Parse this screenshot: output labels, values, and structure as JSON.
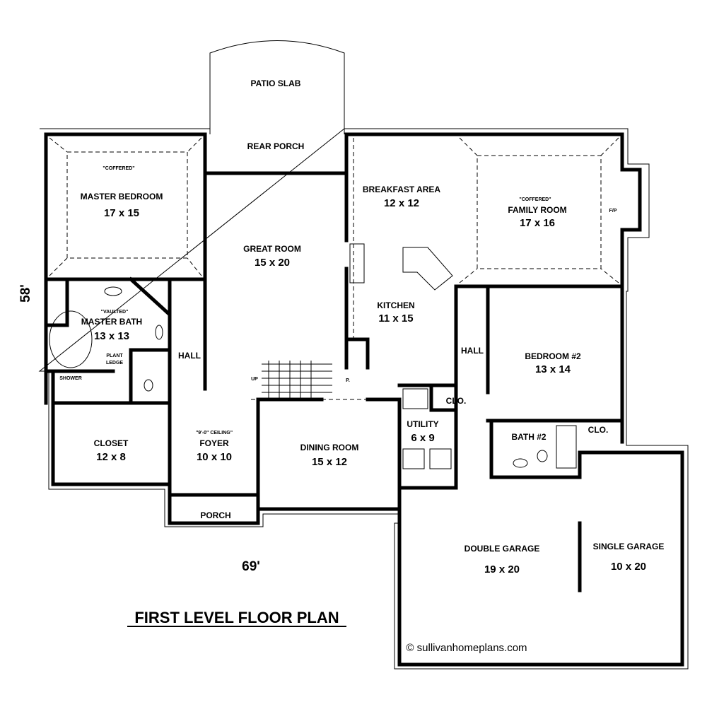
{
  "plan": {
    "title": "FIRST LEVEL FLOOR PLAN",
    "width_dim": "69'",
    "depth_dim": "58'",
    "copyright": "© sullivanhomeplans.com",
    "rooms": {
      "patio": "PATIO SLAB",
      "rear_porch": "REAR PORCH",
      "master_bed_note": "\"COFFERED\"",
      "master_bed": "MASTER BEDROOM",
      "master_bed_size": "17 x 15",
      "great": "GREAT ROOM",
      "great_size": "15 x 20",
      "breakfast": "BREAKFAST AREA",
      "breakfast_size": "12 x 12",
      "family_note": "\"COFFERED\"",
      "family": "FAMILY ROOM",
      "family_size": "17 x 16",
      "fp": "F/P",
      "kitchen": "KITCHEN",
      "kitchen_size": "11 x 15",
      "master_bath_note": "\"VAULTED\"",
      "master_bath": "MASTER BATH",
      "master_bath_size": "13 x 13",
      "plant1": "PLANT",
      "plant2": "LEDGE",
      "shower": "SHOWER",
      "hall_left": "HALL",
      "hall_right": "HALL",
      "bed2": "BEDROOM #2",
      "bed2_size": "13 x 14",
      "clo1": "CLO.",
      "clo2": "CLO.",
      "utility": "UTILITY",
      "utility_size": "6 x 9",
      "bath2": "BATH #2",
      "closet": "CLOSET",
      "closet_size": "12 x 8",
      "foyer_note": "\"9'-0\" CEILING\"",
      "foyer": "FOYER",
      "foyer_size": "10 x 10",
      "dining": "DINING ROOM",
      "dining_size": "15 x 12",
      "porch": "PORCH",
      "dgarage": "DOUBLE GARAGE",
      "dgarage_size": "19 x 20",
      "sgarage": "SINGLE GARAGE",
      "sgarage_size": "10 x 20",
      "pantry": "P.",
      "up": "UP"
    }
  }
}
